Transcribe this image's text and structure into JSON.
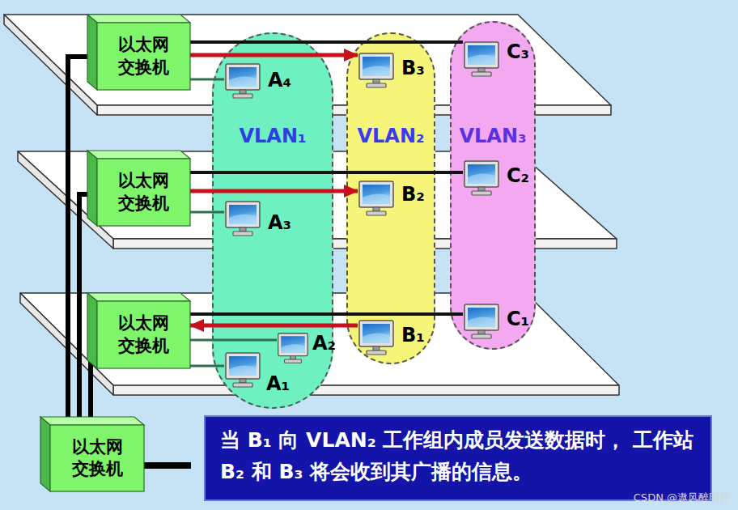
{
  "diagram": {
    "caption": "当 B₁ 向 VLAN₂ 工作组内成员发送数据时， 工作站 B₂ 和 B₃ 将会收到其广播的信息。",
    "nodes": [
      {
        "text": [
          "以太网 交换机"
        ]
      },
      {
        "text": [
          "以太网 交换机"
        ]
      },
      {
        "text": [
          "以太网 交换机"
        ]
      },
      {
        "text": [
          "以太网 交换机"
        ]
      },
      {
        "text": [
          "VLAN₁"
        ]
      },
      {
        "text": [
          "A₄"
        ],
        "in": 4
      },
      {
        "text": [
          "A₃"
        ],
        "in": 4
      },
      {
        "text": [
          "A₂"
        ],
        "in": 4
      },
      {
        "text": [
          "A₁"
        ],
        "in": 4
      },
      {
        "text": [
          "VLAN₂"
        ]
      },
      {
        "text": [
          "B₃"
        ],
        "in": 9
      },
      {
        "text": [
          "B₂"
        ],
        "in": 9
      },
      {
        "text": [
          "B₁"
        ],
        "in": 9
      },
      {
        "text": [
          "VLAN₃"
        ]
      },
      {
        "text": [
          "C₃"
        ],
        "in": 13
      },
      {
        "text": [
          "C₂"
        ],
        "in": 13
      },
      {
        "text": [
          "C₁"
        ],
        "in": 13
      }
    ],
    "edges": [
      {
        "from": 0,
        "to": 10,
        "arrow": "to"
      },
      {
        "from": 0,
        "to": 14,
        "arrow": "none"
      },
      {
        "from": 0,
        "to": 5,
        "arrow": "none"
      },
      {
        "from": 1,
        "to": 11,
        "arrow": "to"
      },
      {
        "from": 1,
        "to": 15,
        "arrow": "none"
      },
      {
        "from": 1,
        "to": 6,
        "arrow": "none"
      },
      {
        "from": 12,
        "to": 2,
        "arrow": "to"
      },
      {
        "from": 2,
        "to": 16,
        "arrow": "none"
      },
      {
        "from": 2,
        "to": 7,
        "arrow": "none"
      },
      {
        "from": 2,
        "to": 8,
        "arrow": "none"
      },
      {
        "from": 3,
        "to": 0,
        "arrow": "none"
      },
      {
        "from": 3,
        "to": 1,
        "arrow": "none"
      },
      {
        "from": 3,
        "to": 2,
        "arrow": "none"
      }
    ],
    "labels": [
      "CSDN @遨风醉明月"
    ]
  }
}
